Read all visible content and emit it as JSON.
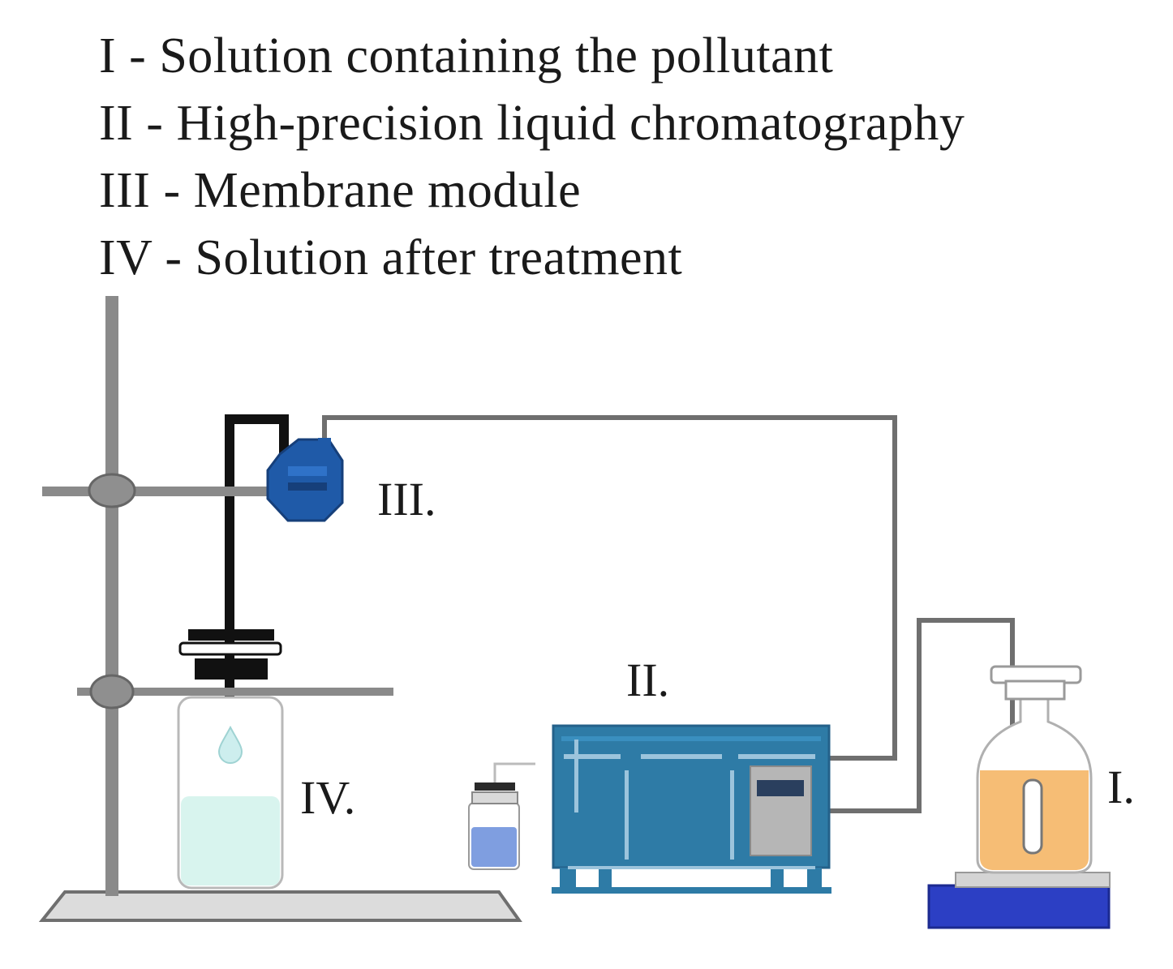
{
  "legend": [
    {
      "numeral": "I",
      "text": "Solution containing the pollutant"
    },
    {
      "numeral": "II",
      "text": "High-precision liquid chromatography"
    },
    {
      "numeral": "III",
      "text": "Membrane module"
    },
    {
      "numeral": "IV",
      "text": "Solution after treatment"
    }
  ],
  "labels": {
    "membrane": "III.",
    "hplc": "II.",
    "source": "I.",
    "collection": "IV."
  },
  "colors": {
    "hplc_body": "#2e7ba6",
    "membrane_module": "#1f5aa8",
    "pollutant_solution": "#f6bd75",
    "treated_solution": "#d8f4ee",
    "stirrer_base": "#2c3fc4",
    "stand": "#8a8a8a"
  }
}
